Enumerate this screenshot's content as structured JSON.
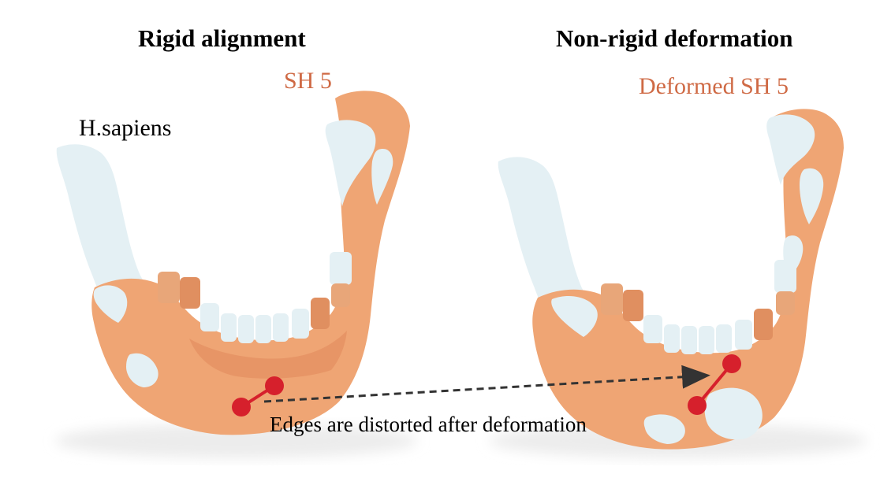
{
  "panels": {
    "left_title": "Rigid alignment",
    "right_title": "Non-rigid deformation"
  },
  "labels": {
    "left_overlay": "SH 5",
    "left_reference": "H.sapiens",
    "right_overlay": "Deformed SH 5"
  },
  "caption": "Edges are distorted after deformation",
  "colors": {
    "bone_orange": "#efa574",
    "bone_light_blue": "#e4f0f4",
    "label_orange": "#cf6a45",
    "marker_red": "#d6202c",
    "arrow_dark": "#333333",
    "shadow": "#ececec"
  }
}
